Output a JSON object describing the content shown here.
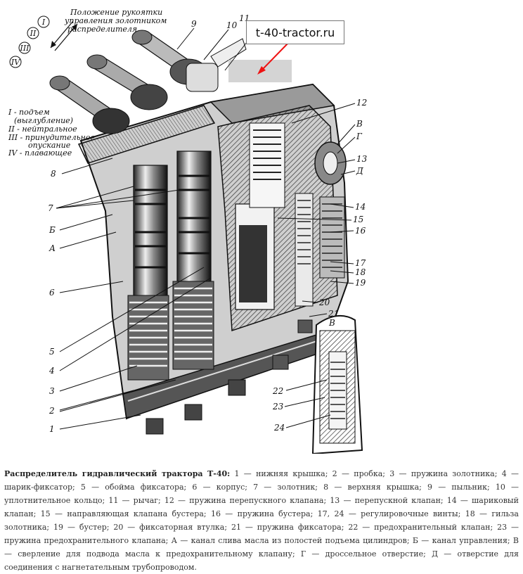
{
  "watermark": {
    "text": "t-40-tractor.ru"
  },
  "handle_positions": {
    "title_lines": [
      "Положение рукоятки",
      "управления золотником",
      "распределителя"
    ],
    "roman": [
      "I",
      "II",
      "III",
      "IV"
    ],
    "legend": [
      "I - подъем",
      "(выглубление)",
      "II - нейтральное",
      "III - принудительное",
      "опускание",
      "IV - плавающее"
    ]
  },
  "callouts": {
    "right": [
      "12",
      "В",
      "Г",
      "13",
      "Д",
      "14",
      "15",
      "16",
      "17",
      "18",
      "19",
      "20",
      "21",
      "В",
      "22",
      "23",
      "24"
    ],
    "top": [
      "9",
      "10",
      "11"
    ],
    "left": [
      "8",
      "7",
      "Б",
      "А",
      "6",
      "5",
      "4",
      "3",
      "2",
      "1"
    ]
  },
  "caption": {
    "title": "Распределитель гидравлический трактора Т-40:",
    "body": " 1 — нижняя крышка; 2 — пробка; 3 — пружина золотника; 4 — шарик-фиксатор; 5 — обойма фиксатора; 6 — корпус; 7 — золотник; 8 — верхняя крышка; 9 — пыльник; 10 — уплотнительное кольцо; 11 — рычаг; 12 — пружина перепускного клапана; 13 — перепускной клапан; 14 — шариковый клапан; 15 — направляющая клапана бустера; 16 — пружина бустера; 17, 24 — регулировочные винты; 18 — гильза золотника; 19 — бустер; 20 — фиксаторная втулка; 21 — пружина фиксатора; 22 — предохранительный клапан; 23 — пружина предохранительного клапана; А — канал слива масла из полостей подъема цилиндров; Б — канал управления; В — сверление для подвода масла к предохранительному клапану; Г — дроссельное отверстие; Д — отверстие для соединения с нагнетательным трубопроводом."
  }
}
